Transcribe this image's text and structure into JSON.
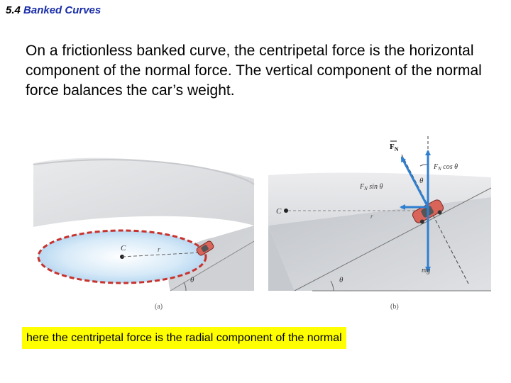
{
  "section": {
    "number": "5.4",
    "name": "Banked Curves"
  },
  "body_text": "On a frictionless banked curve, the centripetal force is the horizontal component of the normal force.  The vertical component of the normal force balances the car’s weight.",
  "figure_a": {
    "center_label": "C",
    "radius_label": "r",
    "angle_label": "θ",
    "panel_label": "(a)"
  },
  "figure_b": {
    "center_label": "C",
    "radius_label": "r",
    "angle_label_bottom": "θ",
    "angle_label_top": "θ",
    "fn_label": "F",
    "fn_sub": "N",
    "fn_cos_label": "F",
    "fn_cos_sub": "N",
    "fn_cos_suffix": " cos θ",
    "fn_sin_label": "F",
    "fn_sin_sub": "N",
    "fn_sin_suffix": " sin θ",
    "weight_label": "mg",
    "panel_label": "(b)"
  },
  "caption": "here the centripetal force is the radial component of the normal",
  "colors": {
    "title_accent": "#1a2ea8",
    "track_dashed": "#c8322d",
    "arrow_blue": "#2f7fd0",
    "caption_bg": "#ffff00"
  }
}
